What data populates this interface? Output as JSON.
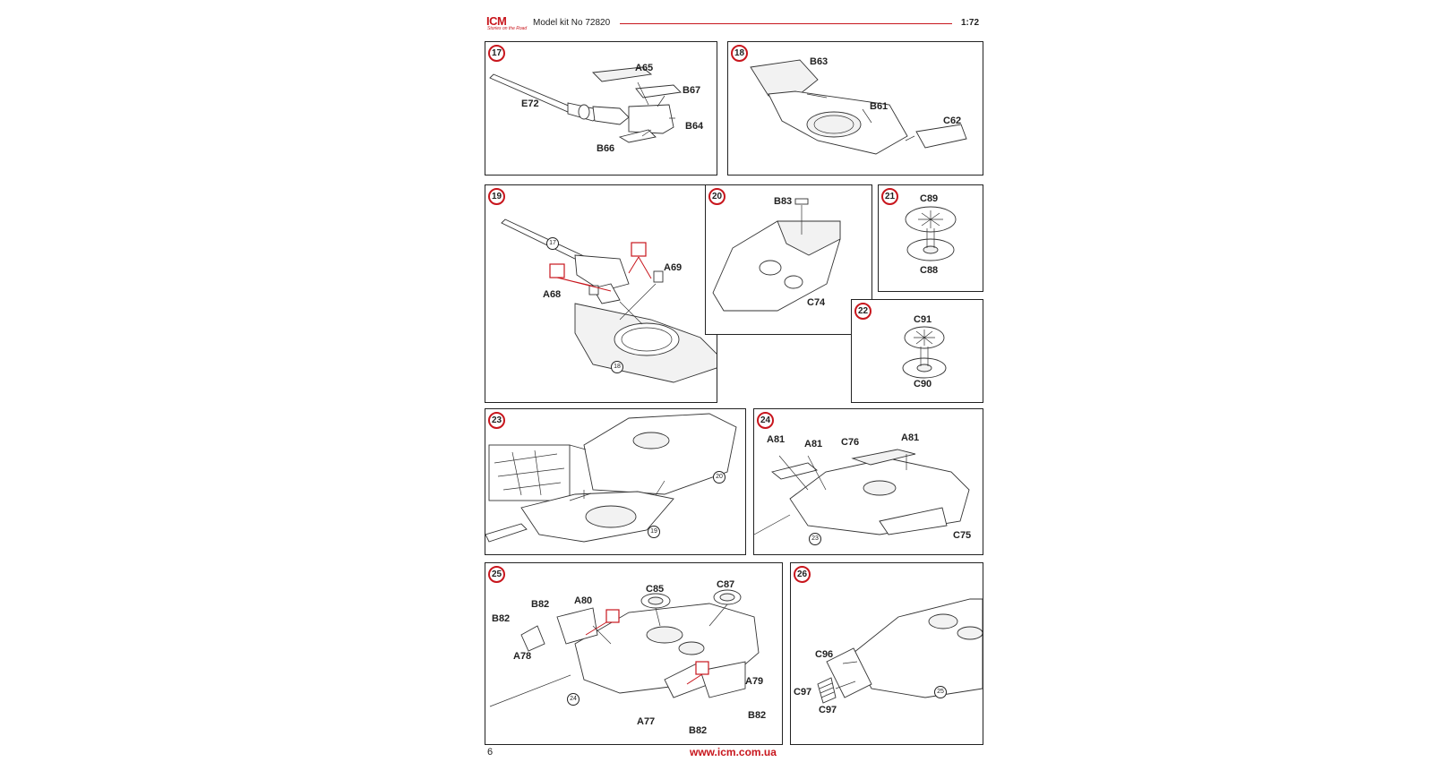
{
  "header": {
    "brand": "ICM",
    "slogan": "Stories on the Road",
    "kit_title": "Model kit No 72820",
    "scale": "1:72"
  },
  "footer": {
    "page_number": "6",
    "url": "www.icm.com.ua"
  },
  "colors": {
    "accent": "#c8161d",
    "line": "#222222"
  },
  "steps": {
    "s17": {
      "number": "17",
      "labels": {
        "e72": "E72",
        "a65": "A65",
        "b67": "B67",
        "b64": "B64",
        "b66": "B66"
      }
    },
    "s18": {
      "number": "18",
      "labels": {
        "b63": "B63",
        "b61": "B61",
        "c62": "C62"
      }
    },
    "s19": {
      "number": "19",
      "labels": {
        "a69": "A69",
        "a68": "A68"
      },
      "refs": {
        "r17": "17",
        "r18": "18"
      }
    },
    "s20": {
      "number": "20",
      "labels": {
        "b83": "B83",
        "c74": "C74"
      }
    },
    "s21": {
      "number": "21",
      "labels": {
        "c89": "C89",
        "c88": "C88"
      }
    },
    "s22": {
      "number": "22",
      "labels": {
        "c91": "C91",
        "c90": "C90"
      }
    },
    "s23": {
      "number": "23",
      "refs": {
        "r20": "20",
        "r19": "19"
      }
    },
    "s24": {
      "number": "24",
      "labels": {
        "a81a": "A81",
        "a81b": "A81",
        "c76": "C76",
        "a81c": "A81",
        "c75": "C75"
      },
      "refs": {
        "r23": "23"
      }
    },
    "s25": {
      "number": "25",
      "labels": {
        "c85": "C85",
        "c87": "C87",
        "b82a": "B82",
        "a80": "A80",
        "b82b": "B82",
        "a78": "A78",
        "a79": "A79",
        "a77": "A77",
        "b82c": "B82",
        "b82d": "B82"
      },
      "refs": {
        "r24": "24"
      }
    },
    "s26": {
      "number": "26",
      "labels": {
        "c96": "C96",
        "c97a": "C97",
        "c97b": "C97"
      },
      "refs": {
        "r25": "25"
      }
    }
  }
}
